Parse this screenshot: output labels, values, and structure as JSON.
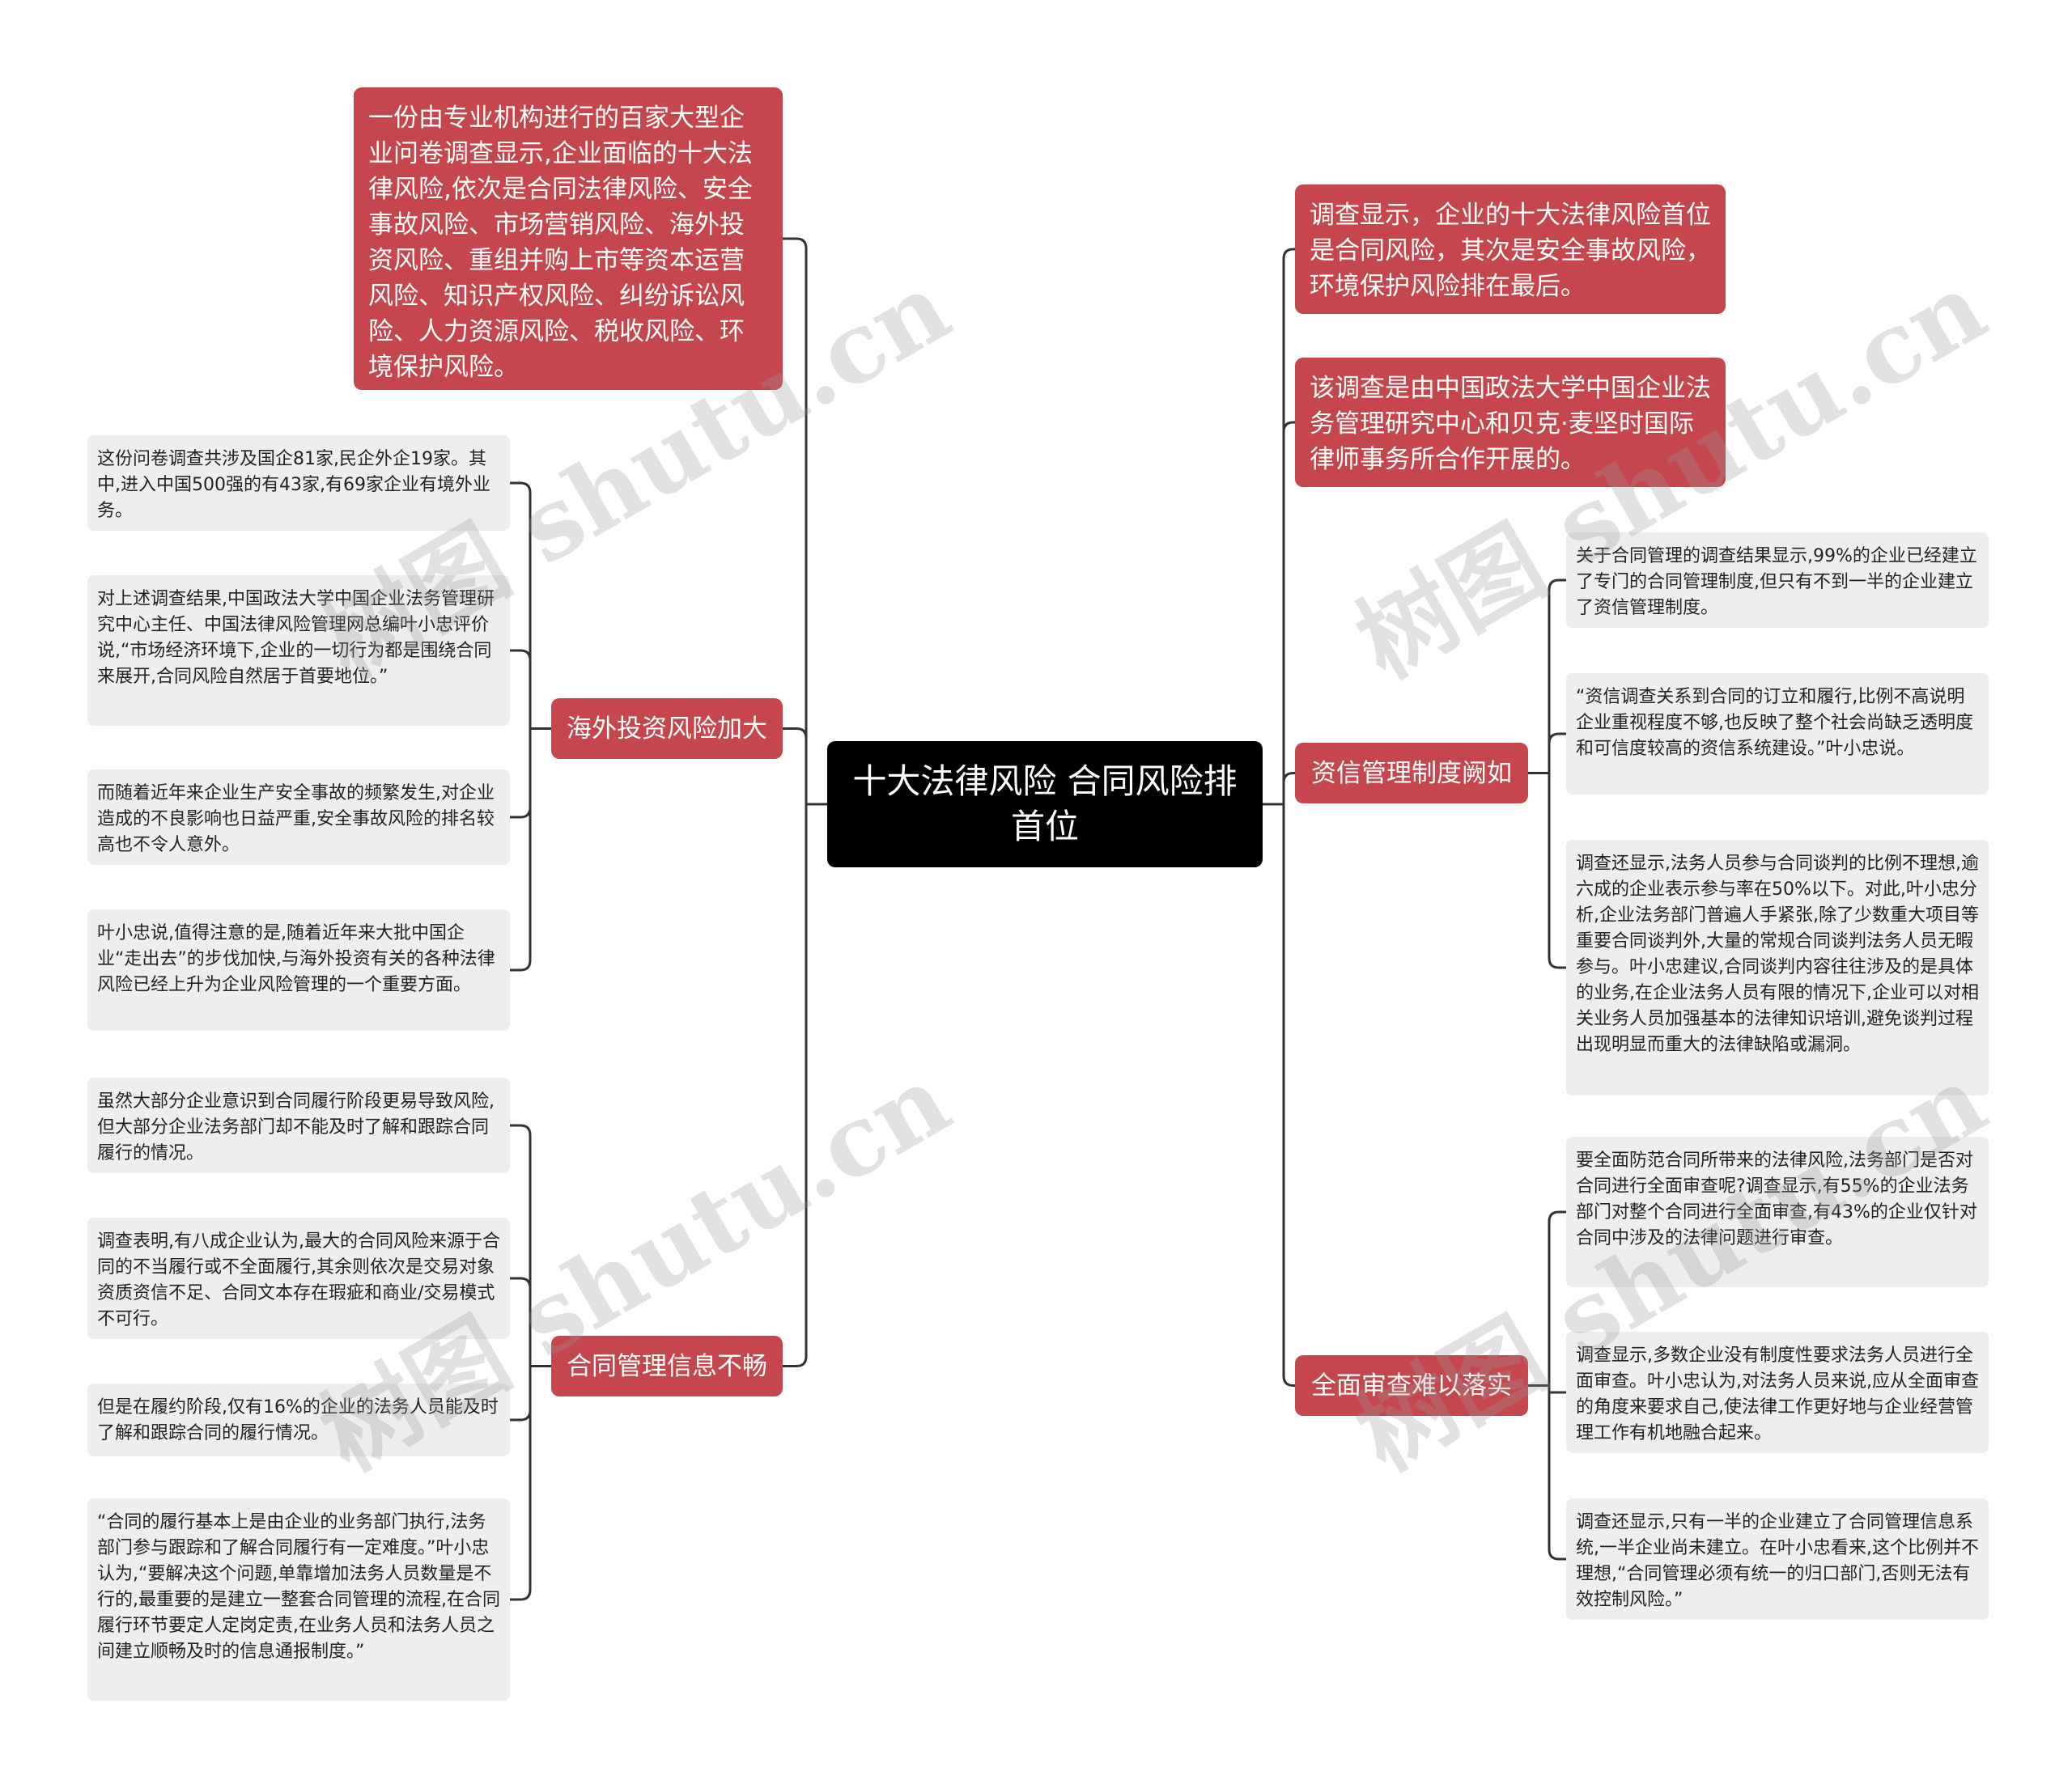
{
  "root": {
    "title": "十大法律风险  合同风险排首位"
  },
  "left": [
    {
      "type": "note",
      "text": "一份由专业机构进行的百家大型企业问卷调查显示,企业面临的十大法律风险,依次是合同法律风险、安全事故风险、市场营销风险、海外投资风险、重组并购上市等资本运营风险、知识产权风险、纠纷诉讼风险、人力资源风险、税收风险、环境保护风险。"
    },
    {
      "type": "topic",
      "label": "海外投资风险加大",
      "children": [
        "这份问卷调查共涉及国企81家,民企外企19家。其中,进入中国500强的有43家,有69家企业有境外业务。",
        "对上述调查结果,中国政法大学中国企业法务管理研究中心主任、中国法律风险管理网总编叶小忠评价说,“市场经济环境下,企业的一切行为都是围绕合同来展开,合同风险自然居于首要地位。”",
        "而随着近年来企业生产安全事故的频繁发生,对企业造成的不良影响也日益严重,安全事故风险的排名较高也不令人意外。",
        "叶小忠说,值得注意的是,随着近年来大批中国企业“走出去”的步伐加快,与海外投资有关的各种法律风险已经上升为企业风险管理的一个重要方面。"
      ]
    },
    {
      "type": "topic",
      "label": "合同管理信息不畅",
      "children": [
        "虽然大部分企业意识到合同履行阶段更易导致风险,但大部分企业法务部门却不能及时了解和跟踪合同履行的情况。",
        "调查表明,有八成企业认为,最大的合同风险来源于合同的不当履行或不全面履行,其余则依次是交易对象资质资信不足、合同文本存在瑕疵和商业/交易模式不可行。",
        "但是在履约阶段,仅有16%的企业的法务人员能及时了解和跟踪合同的履行情况。",
        "“合同的履行基本上是由企业的业务部门执行,法务部门参与跟踪和了解合同履行有一定难度。”叶小忠认为,“要解决这个问题,单靠增加法务人员数量是不行的,最重要的是建立一整套合同管理的流程,在合同履行环节要定人定岗定责,在业务人员和法务人员之间建立顺畅及时的信息通报制度。”"
      ]
    }
  ],
  "right": [
    {
      "type": "note",
      "text": "调查显示，企业的十大法律风险首位是合同风险，其次是安全事故风险，环境保护风险排在最后。"
    },
    {
      "type": "note",
      "text": "该调查是由中国政法大学中国企业法务管理研究中心和贝克·麦坚时国际律师事务所合作开展的。"
    },
    {
      "type": "topic",
      "label": "资信管理制度阙如",
      "children": [
        "关于合同管理的调查结果显示,99%的企业已经建立了专门的合同管理制度,但只有不到一半的企业建立了资信管理制度。",
        "“资信调查关系到合同的订立和履行,比例不高说明企业重视程度不够,也反映了整个社会尚缺乏透明度和可信度较高的资信系统建设。”叶小忠说。",
        "调查还显示,法务人员参与合同谈判的比例不理想,逾六成的企业表示参与率在50%以下。对此,叶小忠分析,企业法务部门普遍人手紧张,除了少数重大项目等重要合同谈判外,大量的常规合同谈判法务人员无暇参与。叶小忠建议,合同谈判内容往往涉及的是具体的业务,在企业法务人员有限的情况下,企业可以对相关业务人员加强基本的法律知识培训,避免谈判过程出现明显而重大的法律缺陷或漏洞。"
      ]
    },
    {
      "type": "topic",
      "label": "全面审查难以落实",
      "children": [
        "要全面防范合同所带来的法律风险,法务部门是否对合同进行全面审查呢?调查显示,有55%的企业法务部门对整个合同进行全面审查,有43%的企业仅针对合同中涉及的法律问题进行审查。",
        "调查显示,多数企业没有制度性要求法务人员进行全面审查。叶小忠认为,对法务人员来说,应从全面审查的角度来要求自己,使法律工作更好地与企业经营管理工作有机地融合起来。",
        "调查还显示,只有一半的企业建立了合同管理信息系统,一半企业尚未建立。在叶小忠看来,这个比例并不理想,“合同管理必须有统一的归口部门,否则无法有效控制风险。”"
      ]
    }
  ],
  "watermark": "树图 shutu.cn",
  "colors": {
    "root": "#000000",
    "branch": "#c5474d",
    "leaf": "#eeeeee",
    "line": "#333333"
  }
}
